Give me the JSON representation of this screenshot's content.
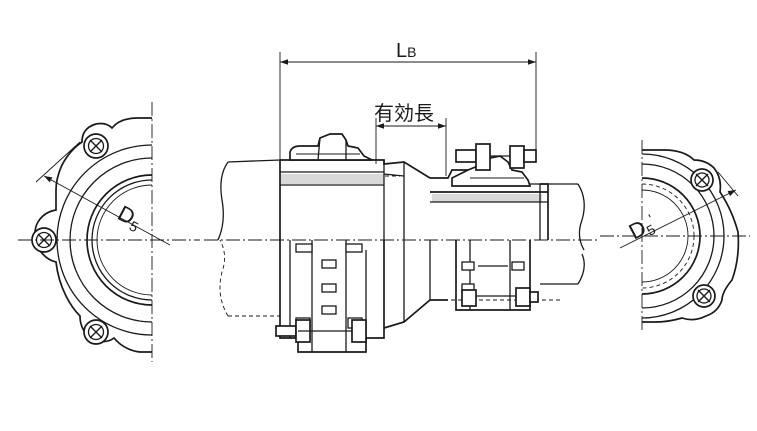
{
  "labels": {
    "overall_length": "L",
    "overall_length_sub": "B",
    "effective_length": "有効長",
    "diameter_left": "D",
    "diameter_left_sub": "5",
    "diameter_right": "D",
    "diameter_right_sub": "5",
    "diameter_right_prime": "'"
  }
}
